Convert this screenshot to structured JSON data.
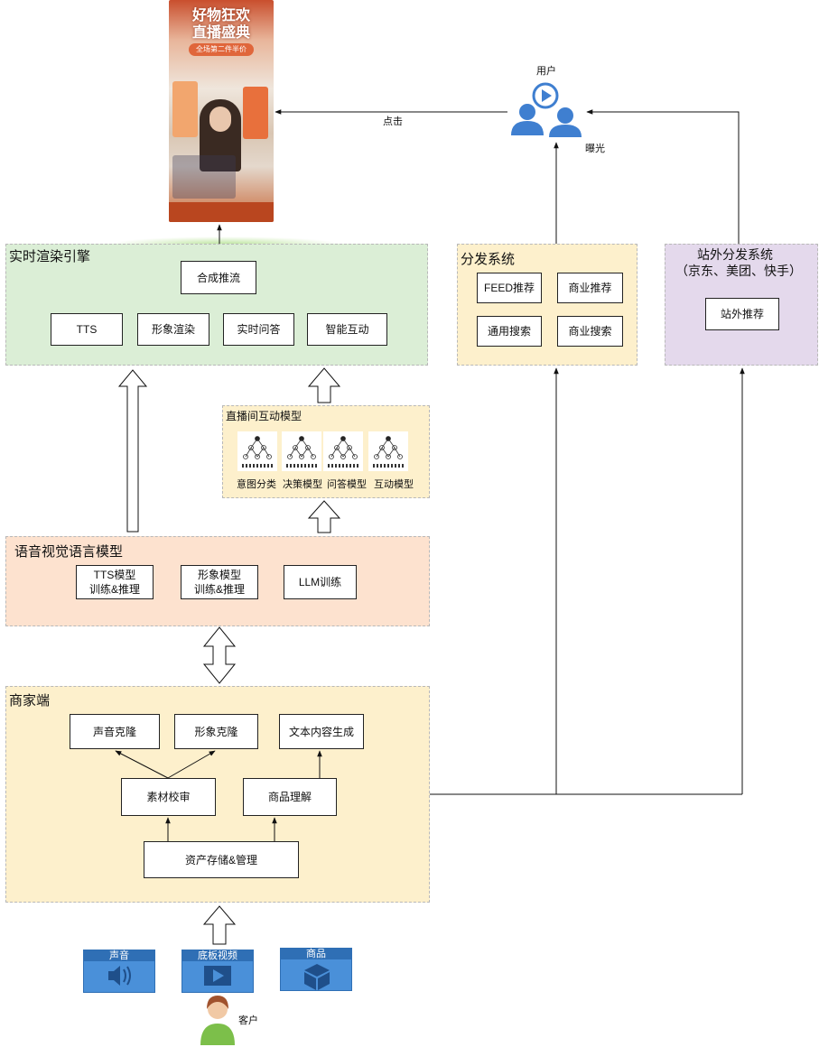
{
  "user": {
    "label": "用户",
    "click": "点击",
    "exposure": "曝光"
  },
  "phone": {
    "banner": "好物狂欢\n直播盛典",
    "subtitle": "全场第二件半价"
  },
  "render_engine": {
    "title": "实时渲染引擎",
    "top_box": "合成推流",
    "boxes": [
      "TTS",
      "形象渲染",
      "实时问答",
      "智能互动"
    ]
  },
  "distribution": {
    "title": "分发系统",
    "boxes": [
      "FEED推荐",
      "商业推荐",
      "通用搜索",
      "商业搜索"
    ]
  },
  "external_distribution": {
    "title_line1": "站外分发系统",
    "title_line2": "（京东、美团、快手）",
    "box": "站外推荐"
  },
  "interaction_model": {
    "title": "直播间互动模型",
    "items": [
      "意图分类",
      "决策模型",
      "问答模型",
      "互动模型"
    ]
  },
  "vl_model": {
    "title": "语音视觉语言模型",
    "boxes": [
      {
        "line1": "TTS模型",
        "line2": "训练&推理"
      },
      {
        "line1": "形象模型",
        "line2": "训练&推理"
      },
      {
        "line1": "LLM训练",
        "line2": ""
      }
    ]
  },
  "merchant": {
    "title": "商家端",
    "voice_clone": "声音克隆",
    "image_clone": "形象克隆",
    "text_gen": "文本内容生成",
    "material_review": "素材校审",
    "product_understanding": "商品理解",
    "asset_storage": "资产存储&管理"
  },
  "sources": [
    "声音",
    "底板视频",
    "商品"
  ],
  "customer": "客户",
  "colors": {
    "green_zone": "#dbeed6",
    "orange_zone": "#fde2cf",
    "yellow_zone": "#fdf0cc",
    "purple_zone": "#e4d9ec",
    "source_blue": "#4a90d9",
    "user_icon_blue": "#3f7fd0"
  },
  "icons": [
    "users-icon",
    "play-icon",
    "speaker-icon",
    "cube-icon",
    "customer-avatar-icon",
    "neural-network-icon"
  ]
}
